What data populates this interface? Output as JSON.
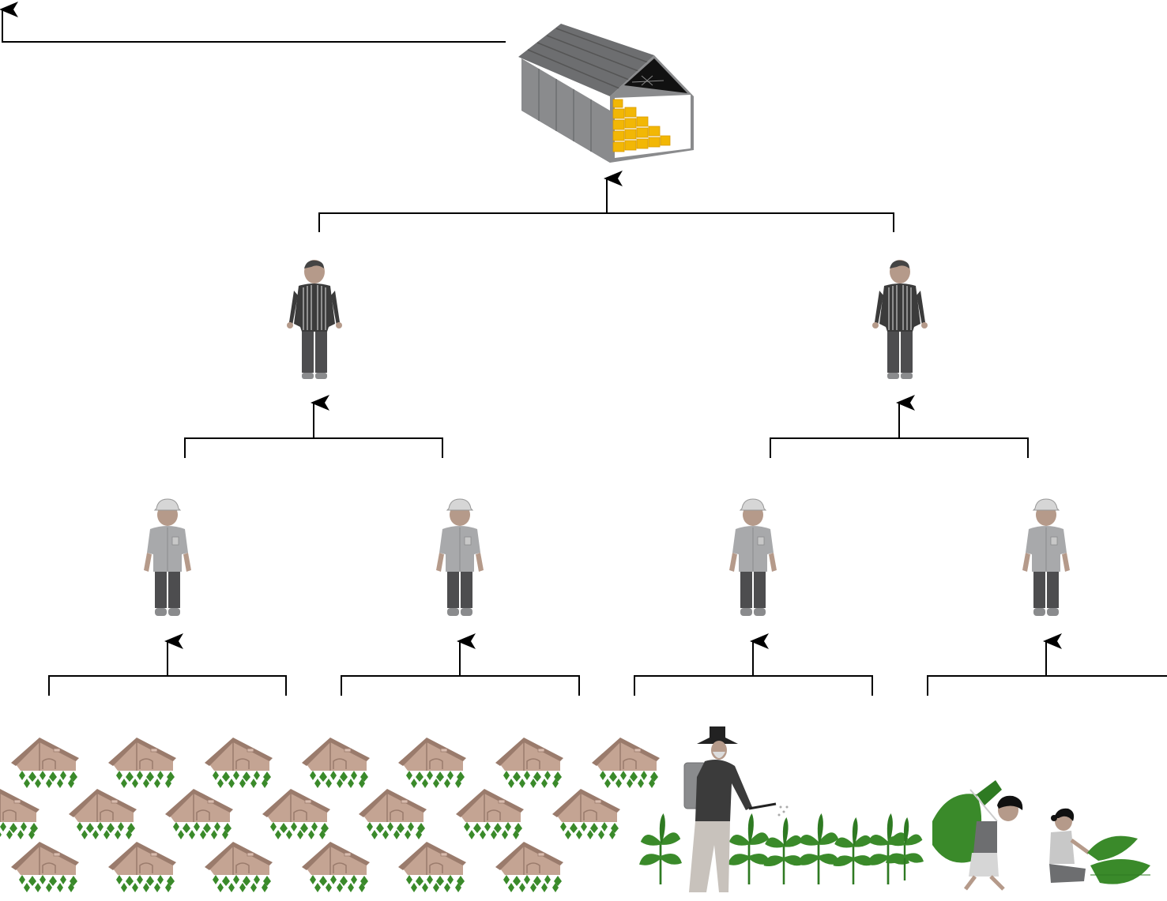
{
  "diagram": {
    "type": "tobacco-supply-chain-hierarchy",
    "levels": [
      {
        "role": "warehouse",
        "icon": "warehouse-icon",
        "count": 1
      },
      {
        "role": "leaf-buyer",
        "icon": "buyer-person-icon",
        "count": 2
      },
      {
        "role": "field-agent",
        "icon": "agent-person-icon",
        "count": 4
      },
      {
        "role": "growers",
        "icon": "farm-house-icon",
        "count": 4
      }
    ],
    "colors": {
      "line": "#000000",
      "roof": "#6d6e70",
      "barn_wall": "#8a8b8d",
      "bales": "#f2b705",
      "skin": "#b59a8a",
      "shirt_gray": "#a8a9ab",
      "pants": "#4d4d4f",
      "house": "#c4a493",
      "house_roof": "#9a7b6c",
      "leaf_green": "#3a8a2a"
    }
  }
}
